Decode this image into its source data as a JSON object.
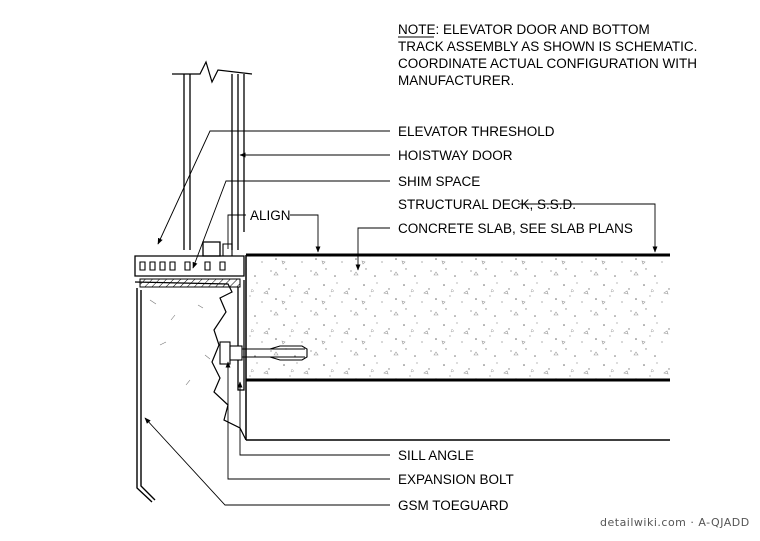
{
  "note": {
    "prefix": "NOTE:",
    "line1": "ELEVATOR DOOR AND BOTTOM",
    "line2": "TRACK ASSEMBLY AS SHOWN IS SCHEMATIC.",
    "line3": "COORDINATE ACTUAL CONFIGURATION WITH",
    "line4": "MANUFACTURER."
  },
  "labels": {
    "elevator_threshold": "ELEVATOR THRESHOLD",
    "hoistway_door": "HOISTWAY DOOR",
    "shim_space": "SHIM SPACE",
    "align": "ALIGN",
    "structural_deck": "STRUCTURAL DECK, S.S.D.",
    "concrete_slab": "CONCRETE SLAB, SEE SLAB PLANS",
    "sill_angle": "SILL ANGLE",
    "expansion_bolt": "EXPANSION BOLT",
    "gsm_toeguard": "GSM TOEGUARD"
  },
  "credit": "detailwiki.com · A-QJADD"
}
